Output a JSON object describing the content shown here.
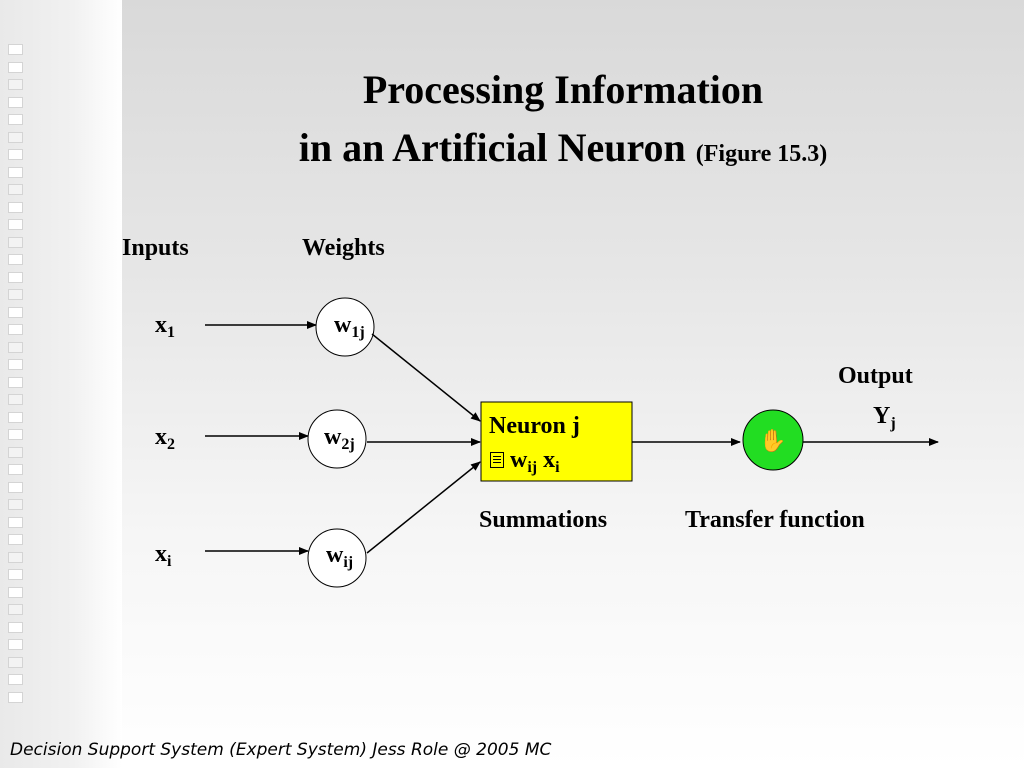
{
  "title": {
    "line1": "Processing Information",
    "line2": "in an Artificial Neuron",
    "figure_ref": "(Figure 15.3)"
  },
  "column_labels": {
    "inputs": "Inputs",
    "weights": "Weights",
    "output": "Output"
  },
  "inputs": [
    {
      "base": "x",
      "sub": "1"
    },
    {
      "base": "x",
      "sub": "2"
    },
    {
      "base": "x",
      "sub": "i"
    }
  ],
  "weights": [
    {
      "base": "w",
      "sub": "1j"
    },
    {
      "base": "w",
      "sub": "2j"
    },
    {
      "base": "w",
      "sub": "ij"
    }
  ],
  "neuron": {
    "name": "Neuron j",
    "sum_icon": "summation-icon",
    "sum_w": "w",
    "sum_w_sub": "ij",
    "sum_x": "x",
    "sum_x_sub": "i",
    "fill_color": "#ffff00"
  },
  "output_symbol": {
    "base": "Y",
    "sub": "j"
  },
  "stage_labels": {
    "summations": "Summations",
    "transfer": "Transfer function"
  },
  "transfer_node": {
    "icon": "hand-icon",
    "glyph": "✋",
    "fill_color": "#22dd22"
  },
  "footer": "Decision Support System (Expert System) Jess Role @ 2005 MC"
}
